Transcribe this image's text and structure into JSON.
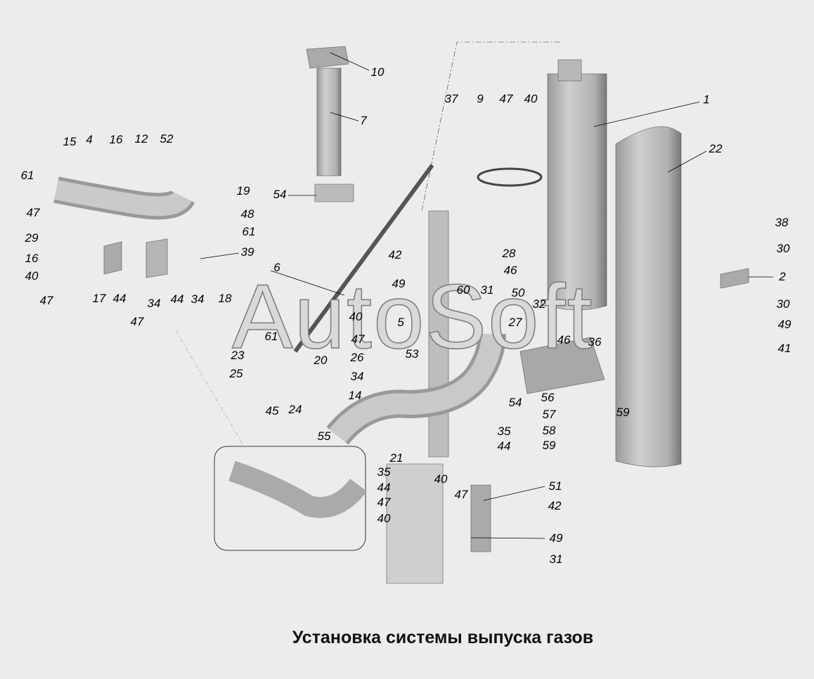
{
  "title": "Установка системы выпуска газов",
  "watermark": "AutoSoft",
  "colors": {
    "background": "#ececec",
    "part": "#c4c4c4",
    "part_dark": "#8e8e8e",
    "text": "#000000"
  },
  "callouts": [
    "10",
    "7",
    "54",
    "37",
    "9",
    "47",
    "40",
    "1",
    "22",
    "15",
    "4",
    "16",
    "12",
    "52",
    "61",
    "47",
    "29",
    "16",
    "40",
    "47",
    "19",
    "48",
    "61",
    "39",
    "17",
    "44",
    "34",
    "44",
    "34",
    "18",
    "47",
    "42",
    "49",
    "60",
    "31",
    "28",
    "46",
    "50",
    "32",
    "38",
    "30",
    "2",
    "30",
    "49",
    "41",
    "6",
    "5",
    "40",
    "47",
    "26",
    "34",
    "53",
    "27",
    "46",
    "36",
    "61",
    "23",
    "20",
    "25",
    "24",
    "45",
    "14",
    "55",
    "54",
    "56",
    "57",
    "58",
    "59",
    "35",
    "44",
    "59",
    "21",
    "40",
    "35",
    "47",
    "44",
    "47",
    "40",
    "51",
    "42",
    "49",
    "31"
  ]
}
